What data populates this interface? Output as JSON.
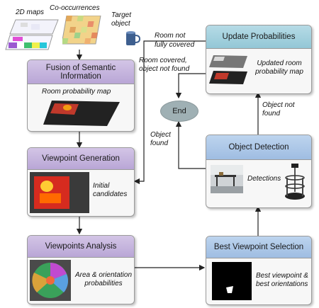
{
  "inputs": {
    "maps_label": "2D maps",
    "cooccurrences_label": "Co-occurrences",
    "target_label": "Target object"
  },
  "boxes": {
    "fusion": {
      "title": "Fusion of Semantic Information",
      "caption": "Room probability map"
    },
    "viewpoint_generation": {
      "title": "Viewpoint Generation",
      "caption": "Initial candidates"
    },
    "viewpoints_analysis": {
      "title": "Viewpoints Analysis",
      "caption": "Area & orientation probabilities"
    },
    "best_selection": {
      "title": "Best Viewpoint Selection",
      "caption": "Best viewpoint & best orientations"
    },
    "object_detection": {
      "title": "Object Detection",
      "caption": "Detections"
    },
    "update_probabilities": {
      "title": "Update Probabilities",
      "caption": "Updated room probability map"
    }
  },
  "end_label": "End",
  "edge_labels": {
    "room_not_covered": "Room not fully covered",
    "room_covered": "Room covered, object not found",
    "object_found": "Object found",
    "object_not_found": "Object not found"
  },
  "colors": {
    "purple_header": "#c6b5de",
    "blue_header": "#a9c5e6",
    "teal_header": "#a5d0de",
    "end_node": "#9fb0b4"
  }
}
